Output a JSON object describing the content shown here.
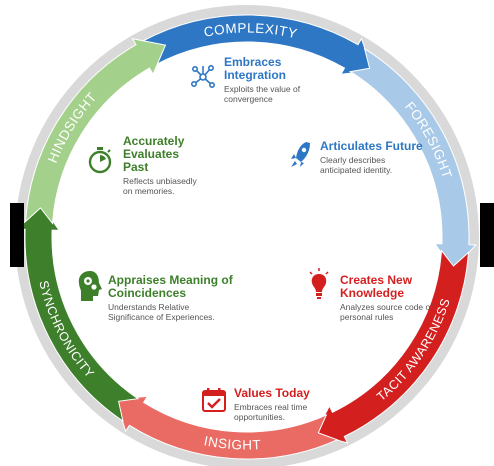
{
  "cycle": {
    "stages": [
      {
        "label": "COMPLEXITY",
        "color": "#2e77c4"
      },
      {
        "label": "FORESIGHT",
        "color": "#a9c9e8"
      },
      {
        "label": "TACIT AWARENESS",
        "color": "#d41f1f"
      },
      {
        "label": "INSIGHT",
        "color": "#e96b64"
      },
      {
        "label": "SYNCHRONICITY",
        "color": "#3d7f2a"
      },
      {
        "label": "HINDSIGHT",
        "color": "#a3d08a"
      }
    ]
  },
  "items": {
    "integration": {
      "title": "Embraces Integration",
      "desc": "Exploits the value of convergence",
      "icon": "network-nodes-icon",
      "color": "#2e77c4"
    },
    "future": {
      "title": "Articulates Future",
      "desc": "Clearly describes anticipated identity.",
      "icon": "rocket-icon",
      "color": "#2e77c4"
    },
    "knowledge": {
      "title": "Creates New Knowledge",
      "desc": "Analyzes source code of personal rules",
      "icon": "lightbulb-icon",
      "color": "#d41f1f"
    },
    "today": {
      "title": "Values Today",
      "desc": "Embraces real time opportunities.",
      "icon": "calendar-check-icon",
      "color": "#d41f1f"
    },
    "coincidences": {
      "title": "Appraises Meaning of Coincidences",
      "desc": "Understands Relative Significance of Experiences.",
      "icon": "head-gears-icon",
      "color": "#3d7f2a"
    },
    "past": {
      "title": "Accurately Evaluates Past",
      "desc": "Reflects unbiasedly on memories.",
      "icon": "stopwatch-icon",
      "color": "#3d7f2a"
    }
  }
}
